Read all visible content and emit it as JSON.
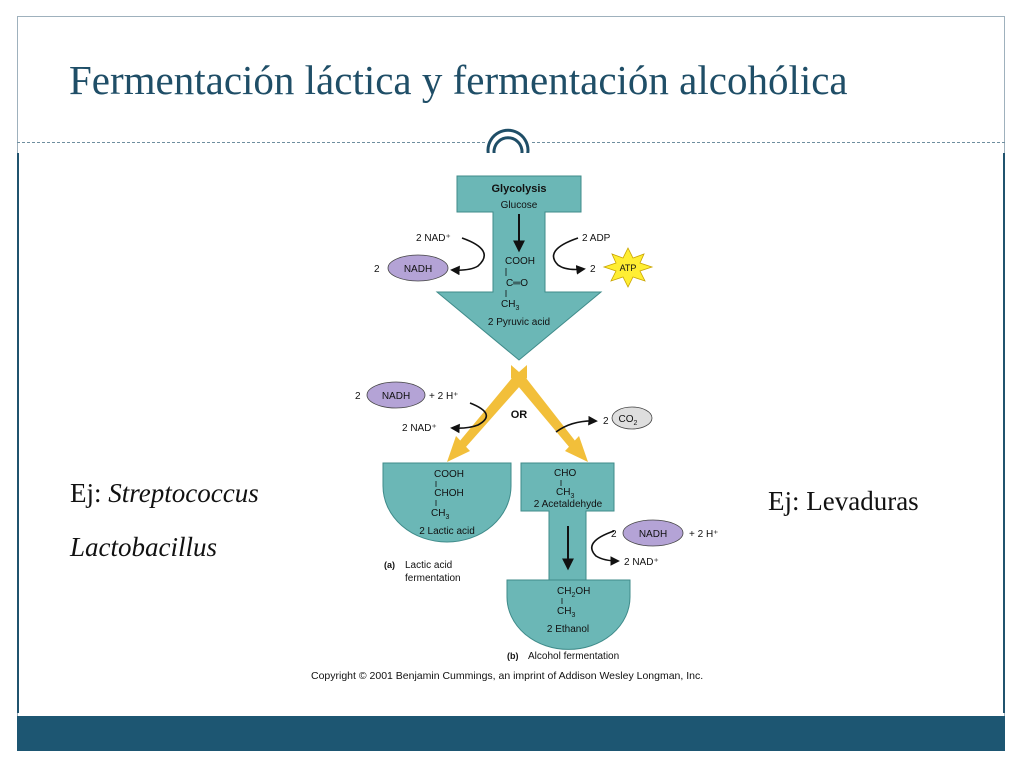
{
  "slide": {
    "title": "Fermentación láctica y fermentación alcohólica",
    "left_example_prefix": "Ej: ",
    "left_example_organism_1": "Streptococcus",
    "left_example_organism_2": "Lactobacillus",
    "right_example": "Ej: Levaduras"
  },
  "diagram": {
    "glycolysis_label": "Glycolysis",
    "glucose_label": "Glucose",
    "nad_plus_top": "2 NAD⁺",
    "nadh_coeff_top": "2",
    "nadh_top": "NADH",
    "adp_label": "2 ADP",
    "atp_coeff": "2",
    "atp_label": "ATP",
    "pyruvate_formula": {
      "line1": "COOH",
      "line2": "C═O",
      "line3_main": "CH",
      "line3_sub": "3"
    },
    "pyruvic_acid_label": "2 Pyruvic acid",
    "nadh_coeff_mid": "2",
    "nadh_mid": "NADH",
    "h_plus_mid": "+ 2 H⁺",
    "nad_plus_mid": "2 NAD⁺",
    "or_label": "OR",
    "co2_coeff": "2",
    "co2_main": "CO",
    "co2_sub": "2",
    "lactic_formula": {
      "line1": "COOH",
      "line2": "CHOH",
      "line3_main": "CH",
      "line3_sub": "3"
    },
    "lactic_acid_label": "2 Lactic acid",
    "acetaldehyde_formula": {
      "line1": "CHO",
      "line2_main": "CH",
      "line2_sub": "3"
    },
    "acetaldehyde_label": "2 Acetaldehyde",
    "nadh_coeff_low": "2",
    "nadh_low": "NADH",
    "h_plus_low": "+ 2 H⁺",
    "nad_plus_low": "2 NAD⁺",
    "ethanol_formula": {
      "line1_main": "CH",
      "line1_sub": "2",
      "line1_tail": "OH",
      "line2_main": "CH",
      "line2_sub": "3"
    },
    "ethanol_label": "2 Ethanol",
    "caption_a_letter": "(a)",
    "caption_a_line1": "Lactic acid",
    "caption_a_line2": "fermentation",
    "caption_b_letter": "(b)",
    "caption_b_text": "Alcohol fermentation",
    "copyright": "Copyright © 2001 Benjamin Cummings, an imprint of Addison Wesley Longman, Inc."
  },
  "colors": {
    "title": "#1f4e67",
    "footer_bar": "#1d5672",
    "teal_fill": "#6bb7b6",
    "teal_stroke": "#3f8b8a",
    "nadh_fill": "#b4a3d6",
    "atp_fill": "#ffee33",
    "yellow_arrow": "#f2bf3a",
    "co2_fill": "#dedede"
  }
}
